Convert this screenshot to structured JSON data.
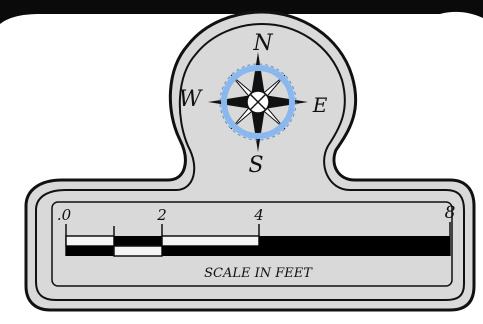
{
  "colors": {
    "background_top": "#0a0a0a",
    "plate_fill": "#d9d9d9",
    "plate_outline": "#111111",
    "compass_ring": "#8ab8ee",
    "bar_dark": "#000000",
    "bar_light": "#f4f4f4"
  },
  "compass": {
    "north": "N",
    "south": "S",
    "east": "E",
    "west": "W"
  },
  "scale_bar": {
    "ticks": [
      ".0",
      "2",
      "4",
      "8"
    ],
    "caption": "SCALE IN FEET"
  }
}
